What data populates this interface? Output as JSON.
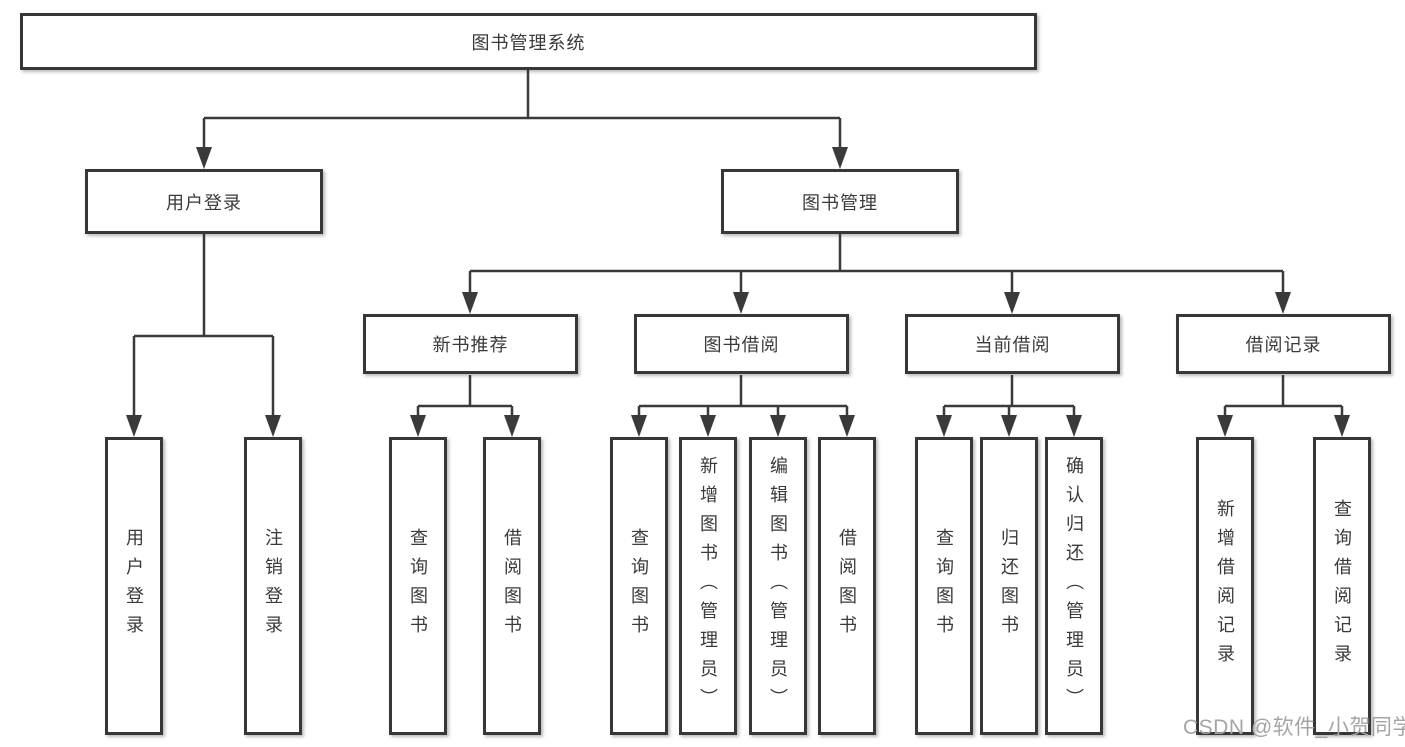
{
  "root": {
    "label": "图书管理系统"
  },
  "level2": {
    "user_login": {
      "label": "用户登录"
    },
    "book_mgmt": {
      "label": "图书管理"
    }
  },
  "level3": {
    "new_books": {
      "label": "新书推荐"
    },
    "book_borrow": {
      "label": "图书借阅"
    },
    "current_borrow": {
      "label": "当前借阅"
    },
    "borrow_records": {
      "label": "借阅记录"
    }
  },
  "leaves": {
    "user_login": [
      "用户登录",
      "注销登录"
    ],
    "new_books": [
      "查询图书",
      "借阅图书"
    ],
    "book_borrow": [
      "查询图书",
      "新增图书（管理员）",
      "编辑图书（管理员）",
      "借阅图书"
    ],
    "current_borrow": [
      "查询图书",
      "归还图书",
      "确认归还（管理员）"
    ],
    "borrow_records": [
      "新增借阅记录",
      "查询借阅记录"
    ]
  },
  "watermark": {
    "text": "CSDN @软件_小贺同学"
  },
  "colors": {
    "line": "#3a3a3a",
    "box_border": "#373737",
    "text": "#3a3a3a",
    "watermark": "#a5a5a5",
    "background": "#ffffff"
  }
}
